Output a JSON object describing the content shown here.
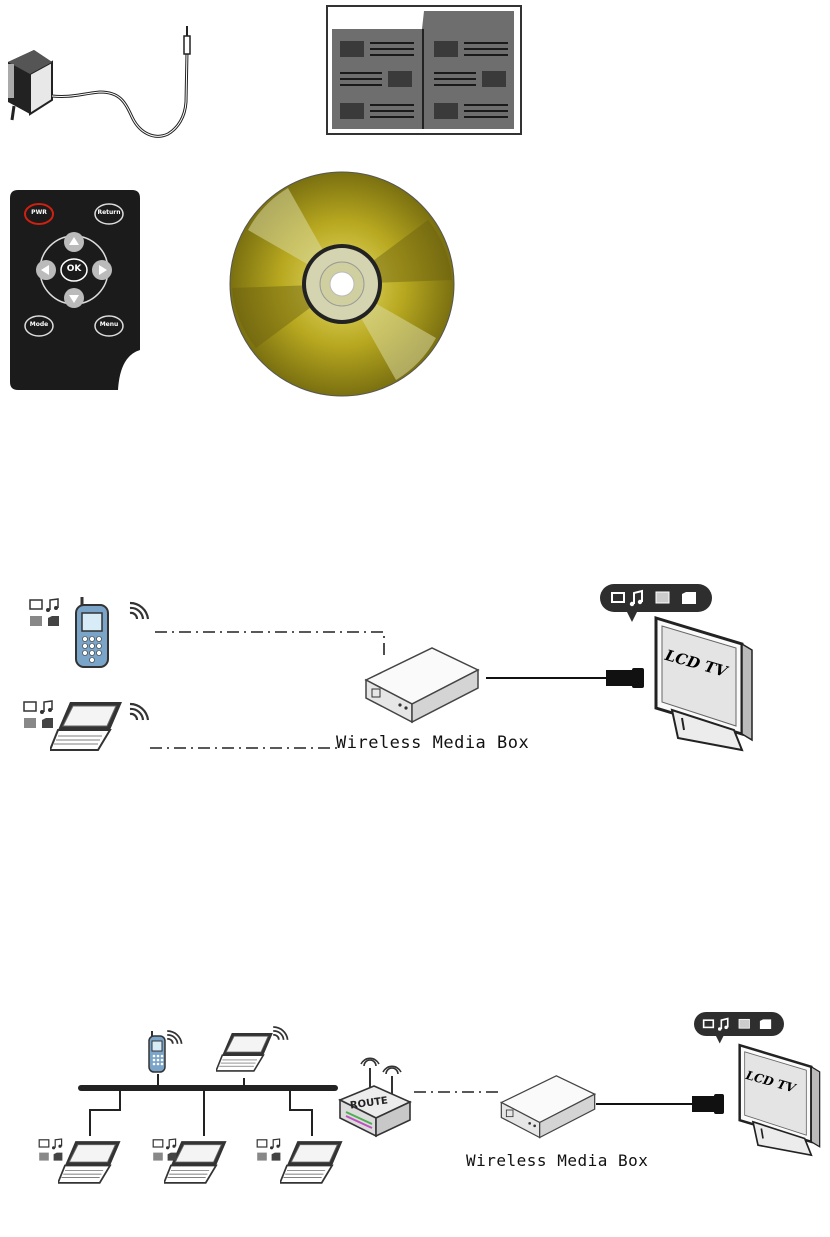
{
  "accessories": {
    "remote": {
      "pwr": "PWR",
      "return": "Return",
      "ok": "OK",
      "mode": "Mode",
      "menu": "Menu"
    }
  },
  "diagram1": {
    "box_label": "Wireless Media Box",
    "tv_label": "LCD TV"
  },
  "diagram2": {
    "router_label": "ROUTE",
    "box_label": "Wireless Media Box",
    "tv_label": "LCD TV"
  }
}
